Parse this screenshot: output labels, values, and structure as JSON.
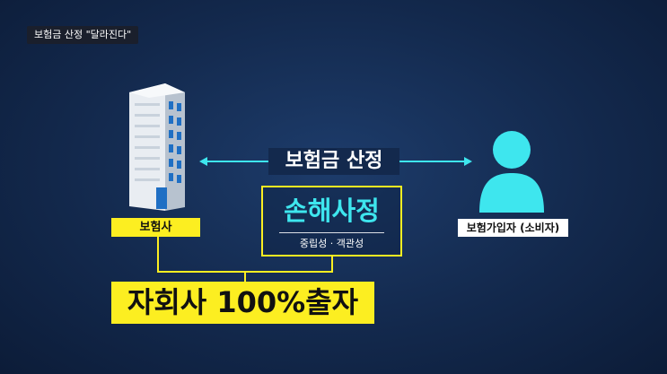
{
  "caption": "보험금 산정 \"달라진다\"",
  "insurer": {
    "label": "보험사",
    "icon": "office-building-icon"
  },
  "consumer": {
    "label": "보험가입자 (소비자)",
    "icon": "person-icon"
  },
  "calculation": {
    "label": "보험금 산정"
  },
  "adjustment": {
    "title": "손해사정",
    "subtitle": "중립성 · 객관성"
  },
  "subsidiary": {
    "label": "자회사 100%출자"
  },
  "colors": {
    "accent_cyan": "#3ee6ee",
    "highlight_yellow": "#fcee21",
    "background": "#13294d"
  }
}
